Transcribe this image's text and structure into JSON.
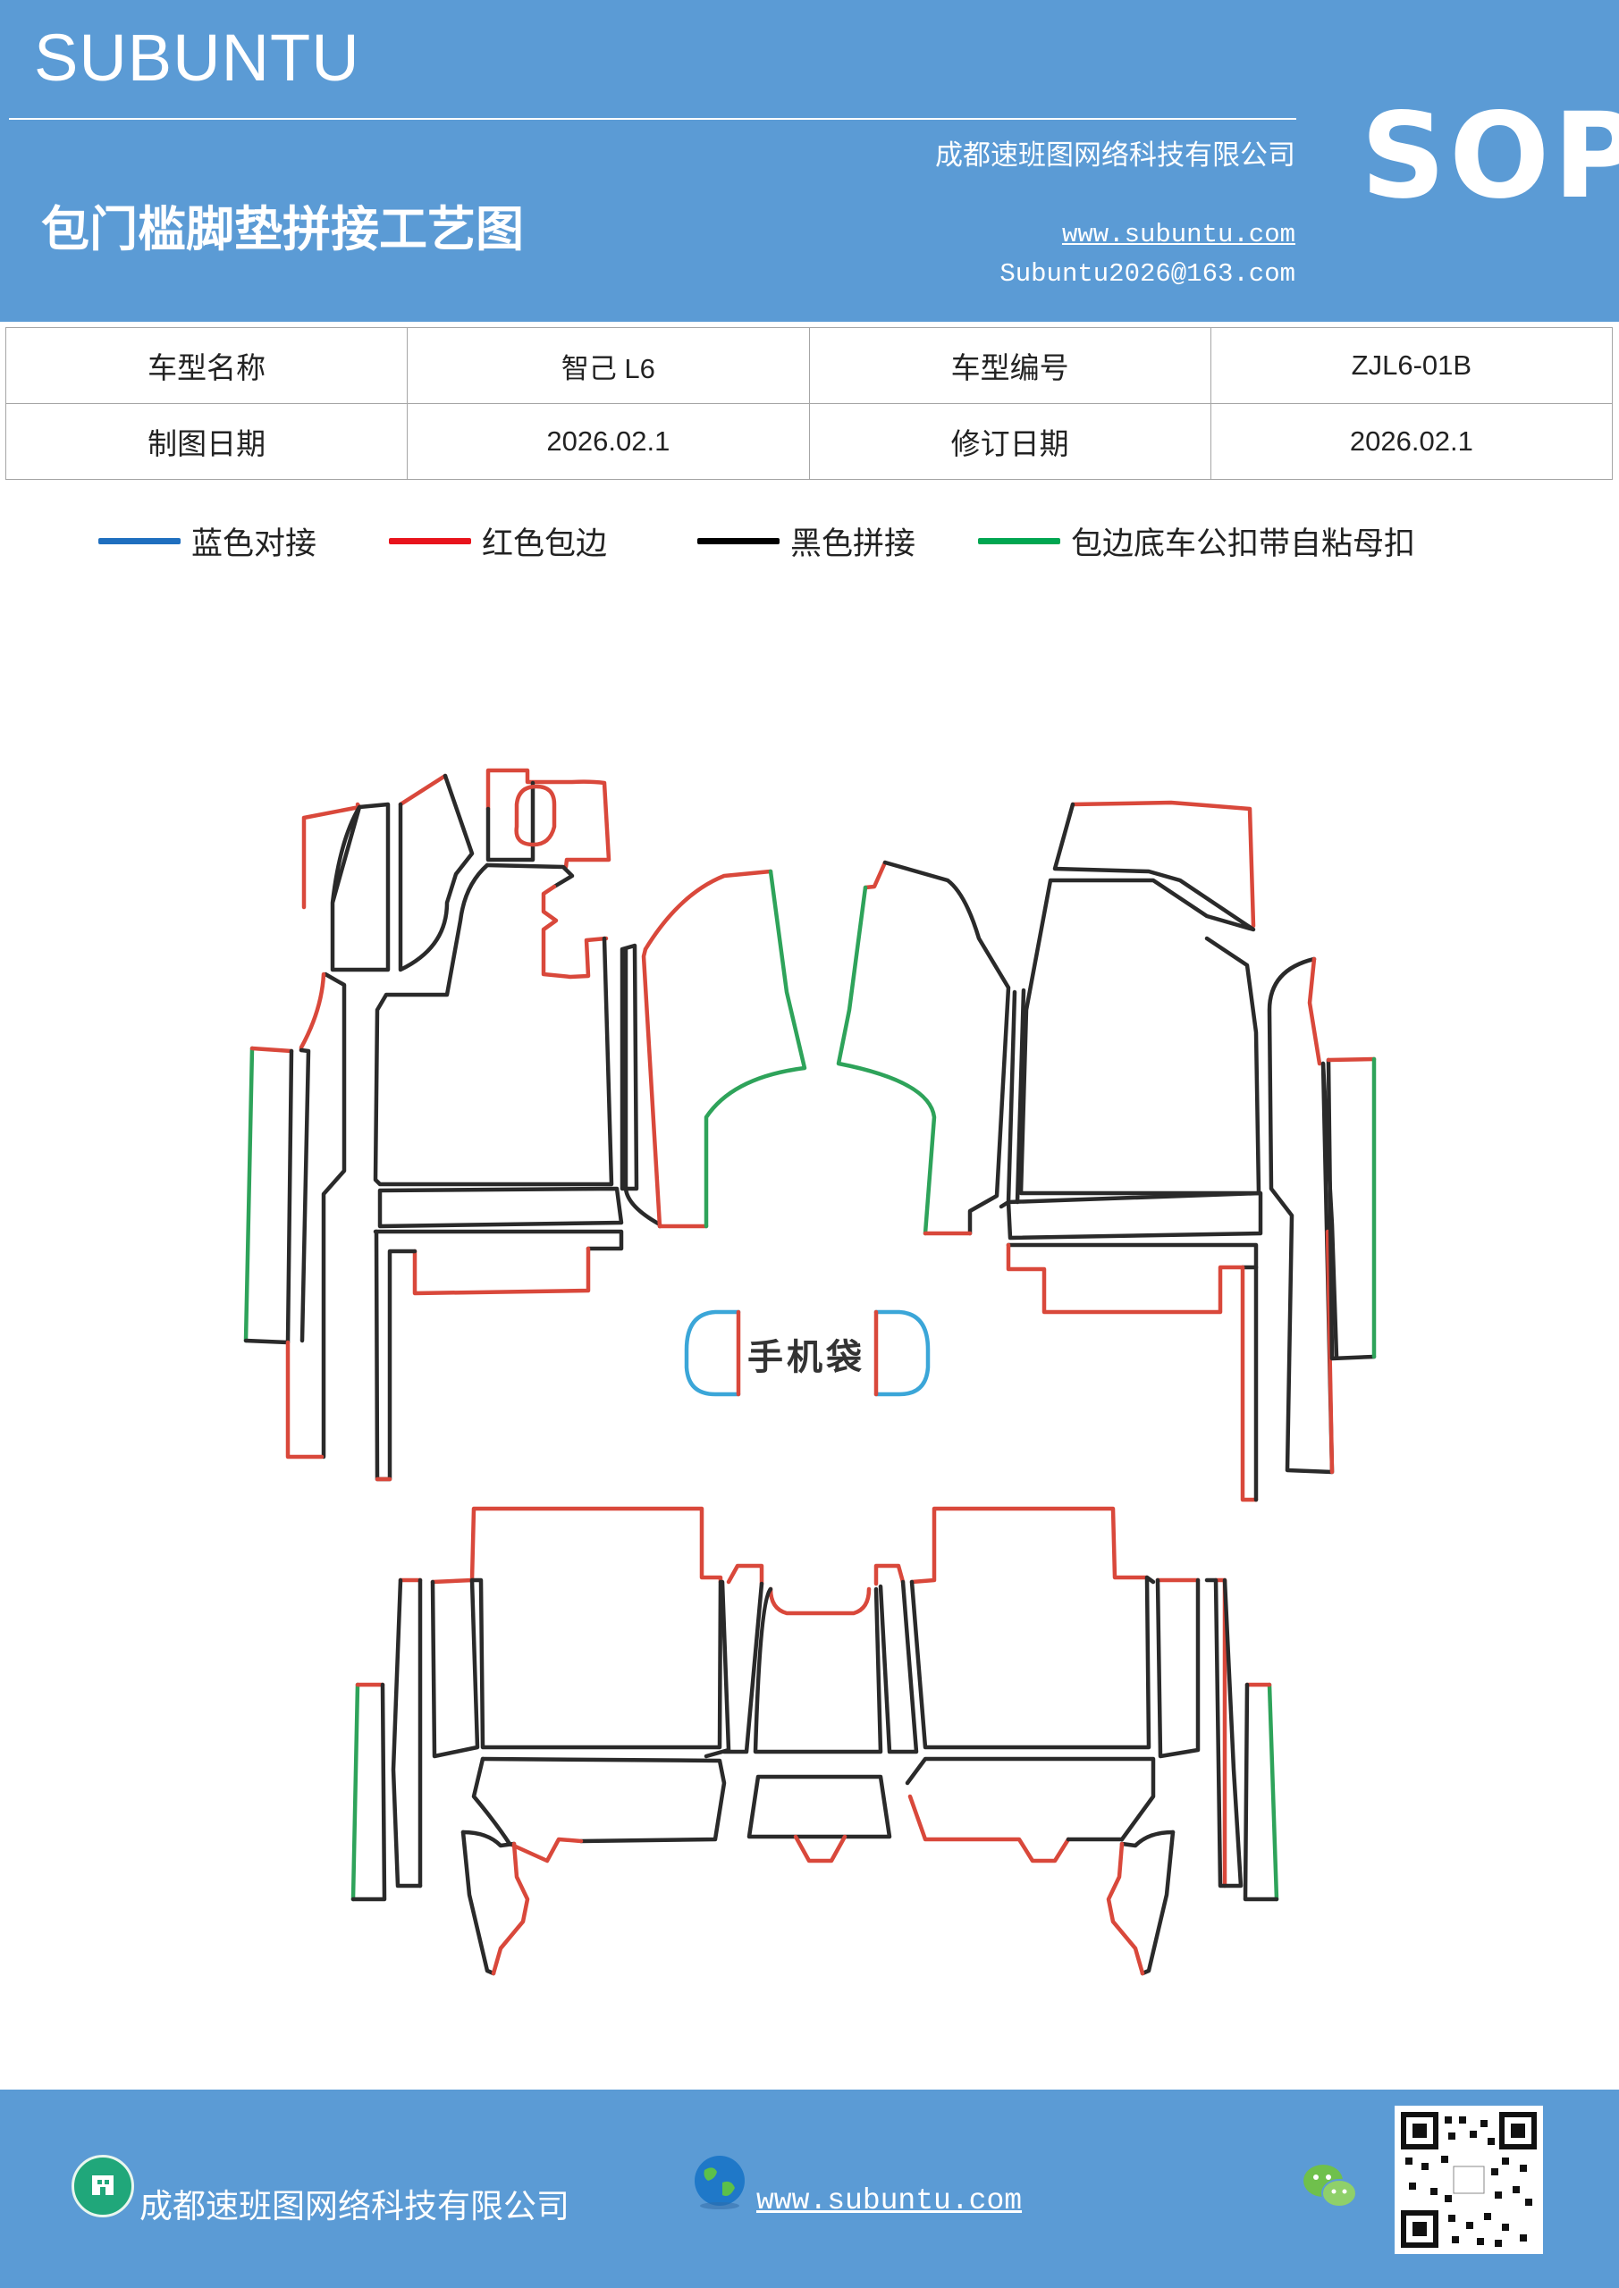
{
  "header": {
    "brand": "SUBUNTU",
    "company": "成都速班图网络科技有限公司",
    "title": "包门槛脚垫拼接工艺图",
    "website": "www.subuntu.com",
    "email": "Subuntu2026@163.com",
    "badge": "SOP",
    "background_color": "#5b9bd5"
  },
  "info_table": {
    "rows": [
      {
        "label1": "车型名称",
        "value1": "智己 L6",
        "label2": "车型编号",
        "value2": "ZJL6-01B"
      },
      {
        "label1": "制图日期",
        "value1": "2026.02.1",
        "label2": "修订日期",
        "value2": "2026.02.1"
      }
    ]
  },
  "legend": [
    {
      "label": "蓝色对接",
      "color": "#1f6fbf"
    },
    {
      "label": "红色包边",
      "color": "#e8141c"
    },
    {
      "label": "黑色拼接",
      "color": "#000000"
    },
    {
      "label": "包边底车公扣带自粘母扣",
      "color": "#00a651"
    }
  ],
  "diagram": {
    "phone_pocket_label": "手机袋",
    "colors": {
      "black": "#2a2a2a",
      "red": "#d9483b",
      "green": "#2ea35a",
      "blue": "#3ba6d8"
    }
  },
  "footer": {
    "company": "成都速班图网络科技有限公司",
    "website": "www.subuntu.com",
    "icons": [
      "building-icon",
      "globe-icon",
      "wechat-icon",
      "qr-code"
    ]
  }
}
